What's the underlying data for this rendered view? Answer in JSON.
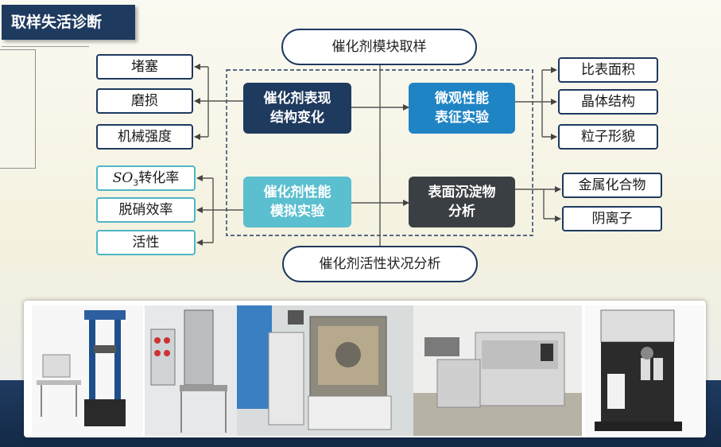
{
  "slide": {
    "title": "取样失活诊断",
    "top_pill": "催化剂模块取样",
    "bottom_pill": "催化剂活性状况分析"
  },
  "core": {
    "surface_structure": "催化剂表现\n结构变化",
    "micro_characterization": "微观性能\n表征实验",
    "performance_simulation": "催化剂性能\n模拟实验",
    "surface_deposits": "表面沉淀物\n分析"
  },
  "left_top_items": [
    "堵塞",
    "磨损",
    "机械强度"
  ],
  "left_bottom_items": {
    "so3_symbol": "SO",
    "so3_subscript": "3",
    "so3_suffix": "转化率",
    "denitration": "脱硝效率",
    "activity": "活性"
  },
  "right_top_items": [
    "比表面积",
    "晶体结构",
    "粒子形貌"
  ],
  "right_bottom_items": [
    "金属化合物",
    "阴离子"
  ],
  "colors": {
    "navy": "#1e3a5f",
    "blue": "#1f84c4",
    "teal": "#5bbfcf",
    "charcoal": "#3a3f44"
  },
  "photos": [
    "material-testing-machine",
    "reactor-apparatus",
    "xrd-instrument",
    "surface-analyzer",
    "sorption-analyzer"
  ]
}
